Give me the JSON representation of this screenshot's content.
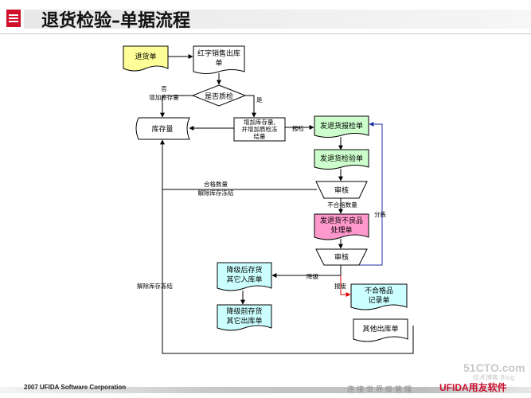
{
  "page": {
    "title": "退货检验–单据流程"
  },
  "nodes": {
    "return_order": "退货单",
    "red_sales_out_1": "红字销售出库",
    "red_sales_out_2": "单",
    "quality_check": "是否质检",
    "inventory": "库存量",
    "increase_inv_1": "增加库存量,",
    "increase_inv_2": "并增加质检冻",
    "increase_inv_3": "结量",
    "return_inspect_report": "发退货报检单",
    "return_inspect_sheet": "发退货检验单",
    "audit_1": "审核",
    "defect_1": "发退货不良品",
    "defect_2": "处理单",
    "audit_2": "审核",
    "downgrade_in_1": "降级后存货",
    "downgrade_in_2": "其它入库单",
    "downgrade_out_1": "降级前存货",
    "downgrade_out_2": "其它出库单",
    "nonconform_1": "不合格品",
    "nonconform_2": "记录单",
    "other_out": "其他出库单"
  },
  "edge_labels": {
    "no": "否",
    "increase_inv": "增加库存量",
    "yes": "是",
    "report": "报检",
    "qualified_qty": "合格数量",
    "release_frozen": "解除库存冻结",
    "unqualified_qty": "不合格数量",
    "sort": "分拣",
    "downgrade": "降级",
    "scrap": "报废",
    "release_frozen_2": "解除库存冻结"
  },
  "footer": {
    "copyright": "2007 UFIDA Software Corporation",
    "slogan": "连接世界级管理",
    "logo": "UFIDA用友软件",
    "watermark_site": "51CTO.com",
    "watermark_sub": "技术博客 Blog"
  },
  "colors": {
    "yellow": "#ffff99",
    "green": "#ccffcc",
    "magenta": "#ff99cc",
    "cyan": "#ccffff",
    "accent_red": "#d0102a",
    "blue_line": "#1f2fa3",
    "red_arrow": "#e00000"
  }
}
